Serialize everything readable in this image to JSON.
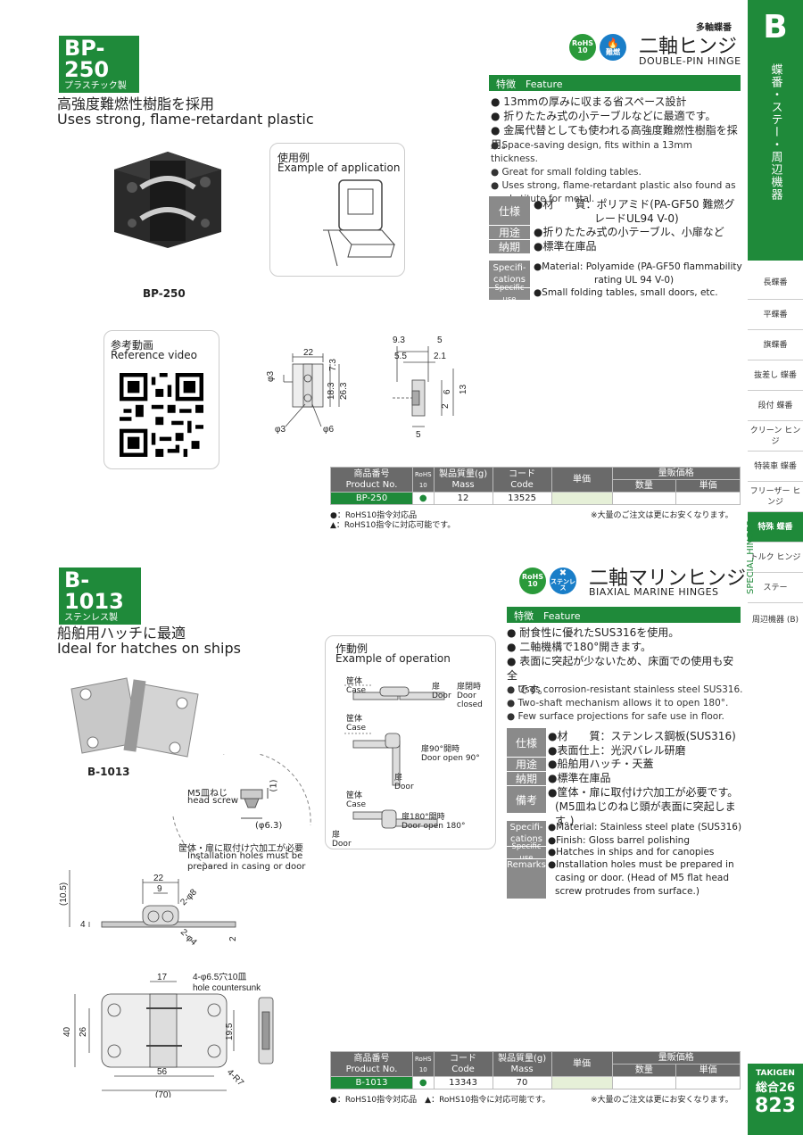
{
  "page": {
    "category_small": "多軸蝶番",
    "tab_letter": "B",
    "tab_vertical_jp": "蝶番・ステー・周辺機器",
    "special_hinges_en": "SPECIAL HINGES",
    "brand": "TAKIGEN",
    "catalog": "総合",
    "catalog_no": "26",
    "page_no": "823"
  },
  "sidebar": [
    "長蝶番",
    "平蝶番",
    "旗蝶番",
    "抜差し 蝶番",
    "段付 蝶番",
    "クリーン ヒンジ",
    "特装車 蝶番",
    "フリーザー ヒンジ",
    "特殊 蝶番",
    "トルク ヒンジ",
    "ステー",
    "周辺機器 (B)"
  ],
  "bp250": {
    "code": "BP-250",
    "sub": "プラスチック製",
    "badge_rohs": "RoHS 10",
    "badge_other": "難燃",
    "name_jp": "二軸ヒンジ",
    "name_en": "DOUBLE-PIN HINGE",
    "headline_jp": "高強度難燃性樹脂を採用",
    "headline_en": "Uses strong, flame-retardant plastic",
    "photo_label": "BP-250",
    "app_title_jp": "使用例",
    "app_title_en": "Example of application",
    "video_jp": "参考動画",
    "video_en": "Reference video",
    "feature_label": "特徴　Feature",
    "features_jp": [
      "13mmの厚みに収まる省スペース設計",
      "折りたたみ式の小テーブルなどに最適です。",
      "金属代替としても使われる高強度難燃性樹脂を採用。"
    ],
    "features_en": [
      "Space-saving design, fits within a 13mm thickness.",
      "Great for small folding tables.",
      "Uses strong, flame-retardant plastic also found as substitute for metal."
    ],
    "spec_jp": {
      "label1": "仕様",
      "val1a": "●材　　質：ポリアミド(PA-GF50 難燃グ",
      "val1b": "レードUL94 V-0)",
      "label2": "用途",
      "val2": "●折りたたみ式の小テーブル、小扉など",
      "label3": "納期",
      "val3": "●標準在庫品"
    },
    "spec_en": {
      "label1": "Specifi- cations",
      "val1a": "●Material: Polyamide (PA-GF50 flammability",
      "val1b": "rating UL 94 V-0)",
      "label2": "Specific use",
      "val2": "●Small folding tables, small doors, etc."
    },
    "dims": {
      "d1": "22",
      "d2": "7.3",
      "d3": "18.3",
      "d4": "26.3",
      "d5": "φ3",
      "d6": "φ3",
      "d7": "φ6",
      "d8": "9.3",
      "d9": "5",
      "d10": "5.5",
      "d11": "2.1",
      "d12": "6",
      "d13": "13",
      "d14": "2",
      "d15": "5"
    },
    "table": {
      "h1": "商品番号",
      "h1e": "Product No.",
      "h2": "RoHS 10",
      "h3": "製品質量(g)",
      "h3e": "Mass",
      "h4": "コード",
      "h4e": "Code",
      "h5": "単価",
      "h6": "量販価格",
      "h6a": "数量",
      "h6b": "単価",
      "row": [
        "BP-250",
        "●",
        "12",
        "13525"
      ]
    },
    "notes": [
      "●：RoHS10指令対応品",
      "▲：RoHS10指令に対応可能です。"
    ],
    "bulk_note": "※大量のご注文は更にお安くなります。"
  },
  "b1013": {
    "code": "B-1013",
    "sub": "ステンレス製",
    "badge_rohs": "RoHS 10",
    "badge_other": "ステンレス",
    "name_jp": "二軸マリンヒンジ",
    "name_en": "BIAXIAL MARINE HINGES",
    "headline_jp": "船舶用ハッチに最適",
    "headline_en": "Ideal for hatches on ships",
    "photo_label": "B-1013",
    "op_title_jp": "作動例",
    "op_title_en": "Example of operation",
    "op": {
      "case": "筐体",
      "case_en": "Case",
      "door": "扉",
      "door_en": "Door",
      "closed": "扉閉時",
      "closed_en1": "Door",
      "closed_en2": "closed",
      "o90": "扉90°開時",
      "o90_en": "Door open 90°",
      "o180": "扉180°開時",
      "o180_en": "Door open 180°"
    },
    "screw_note": {
      "a": "M5皿ねじ",
      "b": "head screw",
      "c": "筐体・扉に取付け穴加工が必要",
      "d": "Installation holes must be",
      "e": "prepared in casing or door",
      "f": "(1)",
      "g": "(φ6.3)"
    },
    "feature_label": "特徴　Feature",
    "features_jp": [
      "耐食性に優れたSUS316を使用。",
      "二軸機構で180°開きます。",
      "表面に突起が少ないため、床面での使用も安全",
      "です。"
    ],
    "features_en": [
      "Uses corrosion-resistant stainless steel SUS316.",
      "Two-shaft mechanism allows it to open 180°.",
      "Few surface projections for safe use in floor."
    ],
    "spec_jp": {
      "label1": "仕様",
      "val1a": "●材　　質：ステンレス鋼板(SUS316)",
      "val1b": "●表面仕上：光沢バレル研磨",
      "label2": "用途",
      "val2": "●船舶用ハッチ・天蓋",
      "label3": "納期",
      "val3": "●標準在庫品",
      "label4": "備考",
      "val4a": "●筐体・扉に取付け穴加工が必要です。",
      "val4b": "(M5皿ねじのねじ頭が表面に突起します。)"
    },
    "spec_en": {
      "label1": "Specifi- cations",
      "val1a": "●Material: Stainless steel plate (SUS316)",
      "val1b": "●Finish: Gloss barrel polishing",
      "label2": "Specific use",
      "val2": "●Hatches in ships and for canopies",
      "label3": "Remarks",
      "val3a": "●Installation holes must be prepared in",
      "val3b": "casing or door. (Head of M5 flat head",
      "val3c": "screw protrudes from surface.)"
    },
    "dims": {
      "d1": "22",
      "d2": "9",
      "d3": "2-φ8",
      "d4": "(10.5)",
      "d5": "4",
      "d6": "2-φ4",
      "d7": "2",
      "d8": "17",
      "d9": "4-φ6.5穴10皿",
      "d10": "hole countersunk",
      "d11": "40",
      "d12": "26",
      "d13": "19.5",
      "d14": "4-R7",
      "d15": "56",
      "d16": "(70)"
    },
    "table": {
      "h1": "商品番号",
      "h1e": "Product No.",
      "h2": "RoHS 10",
      "h3": "コード",
      "h3e": "Code",
      "h4": "製品質量(g)",
      "h4e": "Mass",
      "h5": "単価",
      "h6": "量販価格",
      "h6a": "数量",
      "h6b": "単価",
      "row": [
        "B-1013",
        "●",
        "13343",
        "70"
      ]
    },
    "notes": "●：RoHS10指令対応品　▲：RoHS10指令に対応可能です。",
    "bulk_note": "※大量のご注文は更にお安くなります。"
  }
}
